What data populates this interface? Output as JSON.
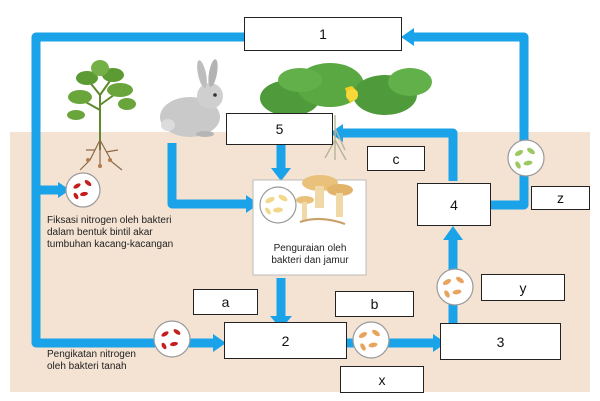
{
  "colors": {
    "soil": "#f4e3d3",
    "arrow": "#1aa3e8",
    "sky": "#ffffff",
    "bacteria_red": "#c41e1e",
    "bacteria_orange": "#e8a35c",
    "bacteria_green": "#9cc860",
    "bacteria_yellow": "#f1d88a",
    "plant_green": "#4f9a3a",
    "fungus": "#e9c17a"
  },
  "boxes": {
    "box1": "1",
    "box2": "2",
    "box3": "3",
    "box4": "4",
    "box5": "5",
    "box_a": "a",
    "box_b": "b",
    "box_c": "c",
    "box_x": "x",
    "box_y": "y",
    "box_z": "z"
  },
  "notes": {
    "fixation": "Fiksasi nitrogen oleh bakteri dalam bentuk bintil akar tumbuhan kacang-kacangan",
    "binding": "Pengikatan nitrogen oleh bakteri tanah",
    "decomposition": "Penguraian oleh bakteri dan jamur"
  },
  "icons": {
    "plant_left": "legume-plant-icon",
    "rabbit": "rabbit-icon",
    "plant_right": "squash-plant-icon",
    "fungus": "mushroom-icon"
  }
}
